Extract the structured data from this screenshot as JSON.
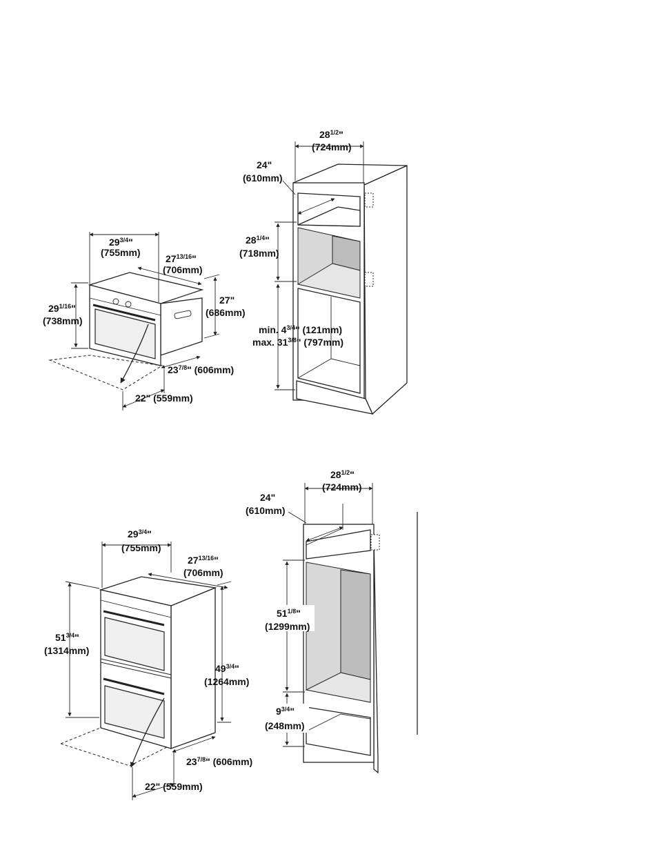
{
  "single_oven": {
    "oven": {
      "width": {
        "whole": "29",
        "frac": "3/4",
        "unit": "\"",
        "mm": "(755mm)"
      },
      "depth": {
        "whole": "27",
        "frac": "13/16",
        "unit": "\"",
        "mm": "(706mm)"
      },
      "height_front": {
        "whole": "29",
        "frac": "1/16",
        "unit": "\"",
        "mm": "(738mm)"
      },
      "height_body": {
        "whole": "27",
        "frac": "",
        "unit": "\"",
        "mm": "(686mm)"
      },
      "body_depth": {
        "whole": "23",
        "frac": "7/8",
        "unit": "\"",
        "mm": " (606mm)"
      },
      "door_swing": {
        "whole": "22",
        "frac": "",
        "unit": "\"",
        "mm": " (559mm)"
      }
    },
    "cabinet": {
      "width": {
        "whole": "28",
        "frac": "1/2",
        "unit": "\"",
        "mm": "(724mm)"
      },
      "depth": {
        "whole": "24",
        "frac": "",
        "unit": "\"",
        "mm": "(610mm)"
      },
      "cutout_height": {
        "whole": "28",
        "frac": "1/4",
        "unit": "\"",
        "mm": "(718mm)"
      },
      "min_label": "min. 4",
      "min_frac": "3/4",
      "min_rest": "\" (121mm)",
      "max_label": "max. 31",
      "max_frac": "3/8",
      "max_rest": "\" (797mm)"
    }
  },
  "double_oven": {
    "oven": {
      "width": {
        "whole": "29",
        "frac": "3/4",
        "unit": "\"",
        "mm": "(755mm)"
      },
      "depth": {
        "whole": "27",
        "frac": "13/16",
        "unit": "\"",
        "mm": "(706mm)"
      },
      "height_front": {
        "whole": "51",
        "frac": "3/4",
        "unit": "\"",
        "mm": "(1314mm)"
      },
      "height_body": {
        "whole": "49",
        "frac": "3/4",
        "unit": "\"",
        "mm": "(1264mm)"
      },
      "body_depth": {
        "whole": "23",
        "frac": "7/8",
        "unit": "\"",
        "mm": " (606mm)"
      },
      "door_swing": {
        "whole": "22",
        "frac": "",
        "unit": "\"",
        "mm": " (559mm)"
      }
    },
    "cabinet": {
      "width": {
        "whole": "28",
        "frac": "1/2",
        "unit": "\"",
        "mm": "(724mm)"
      },
      "depth": {
        "whole": "24",
        "frac": "",
        "unit": "\"",
        "mm": "(610mm)"
      },
      "cutout_height": {
        "whole": "51",
        "frac": "1/8",
        "unit": "\"",
        "mm": "(1299mm)"
      },
      "base_height": {
        "whole": "9",
        "frac": "3/4",
        "unit": "\"",
        "mm": "(248mm)"
      }
    }
  }
}
